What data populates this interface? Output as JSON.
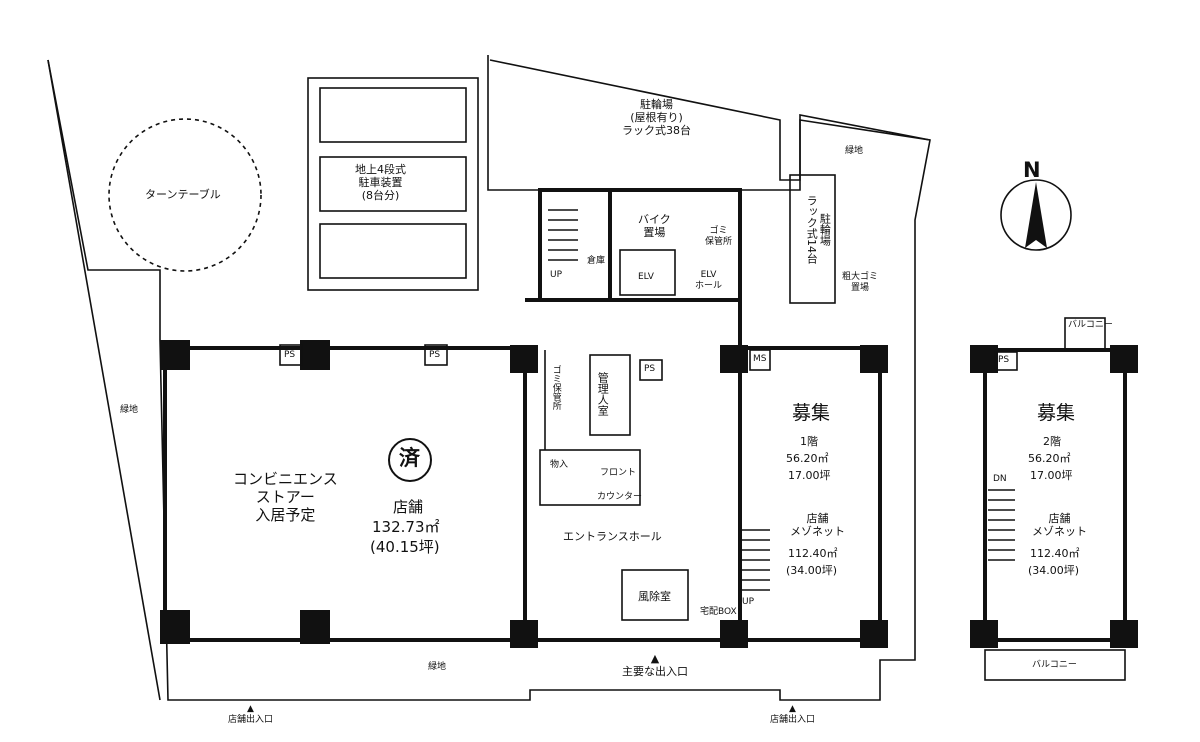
{
  "labels": {
    "turntable": "ターンテーブル",
    "parking_device": "地上4段式\n駐車装置\n(8台分)",
    "bicycle_parking": "駐輪場\n(屋根有り)\nラック式38台",
    "bicycle_parking_rack": "駐輪場\nラック式14台",
    "green_top": "緑地",
    "green_left": "緑地",
    "green_bottom": "緑地",
    "bulky_garbage": "粗大ゴミ\n置場",
    "bike_storage": "バイク\n置場",
    "garbage_storage": "ゴミ\n保管所",
    "garbage_storage_2": "ゴミ保管所",
    "warehouse": "倉庫",
    "elv": "ELV",
    "elv_hall": "ELV\nホール",
    "up_stair_top": "UP",
    "ps": "PS",
    "ms": "MS",
    "manager_room": "管理人室",
    "delivery_in": "物入",
    "front": "フロント",
    "counter": "カウンター",
    "entrance_hall": "エントランスホール",
    "windbreak": "風除室",
    "delivery_box": "宅配BOX",
    "up_stair": "UP",
    "dn_stair": "DN",
    "main_entrance": "▲\n主要な出入口",
    "shop_entrance_left": "▲\n店舗出入口",
    "shop_entrance_right": "▲\n店舗出入口",
    "balcony_top": "バルコニー",
    "balcony_bottom": "バルコニー",
    "north": "N"
  },
  "convenience": {
    "title": "コンビニエンス\nストアー\n入居予定",
    "badge": "済",
    "shop": "店舗",
    "area_m2": "132.73㎡",
    "area_tsubo": "(40.15坪)"
  },
  "unit_1f": {
    "title": "募集",
    "floor": "1階",
    "area_m2": "56.20㎡",
    "area_tsubo": "17.00坪",
    "type": "店舗\nメゾネット",
    "total_m2": "112.40㎡",
    "total_tsubo": "(34.00坪)"
  },
  "unit_2f": {
    "title": "募集",
    "floor": "2階",
    "area_m2": "56.20㎡",
    "area_tsubo": "17.00坪",
    "type": "店舗\nメゾネット",
    "total_m2": "112.40㎡",
    "total_tsubo": "(34.00坪)"
  }
}
